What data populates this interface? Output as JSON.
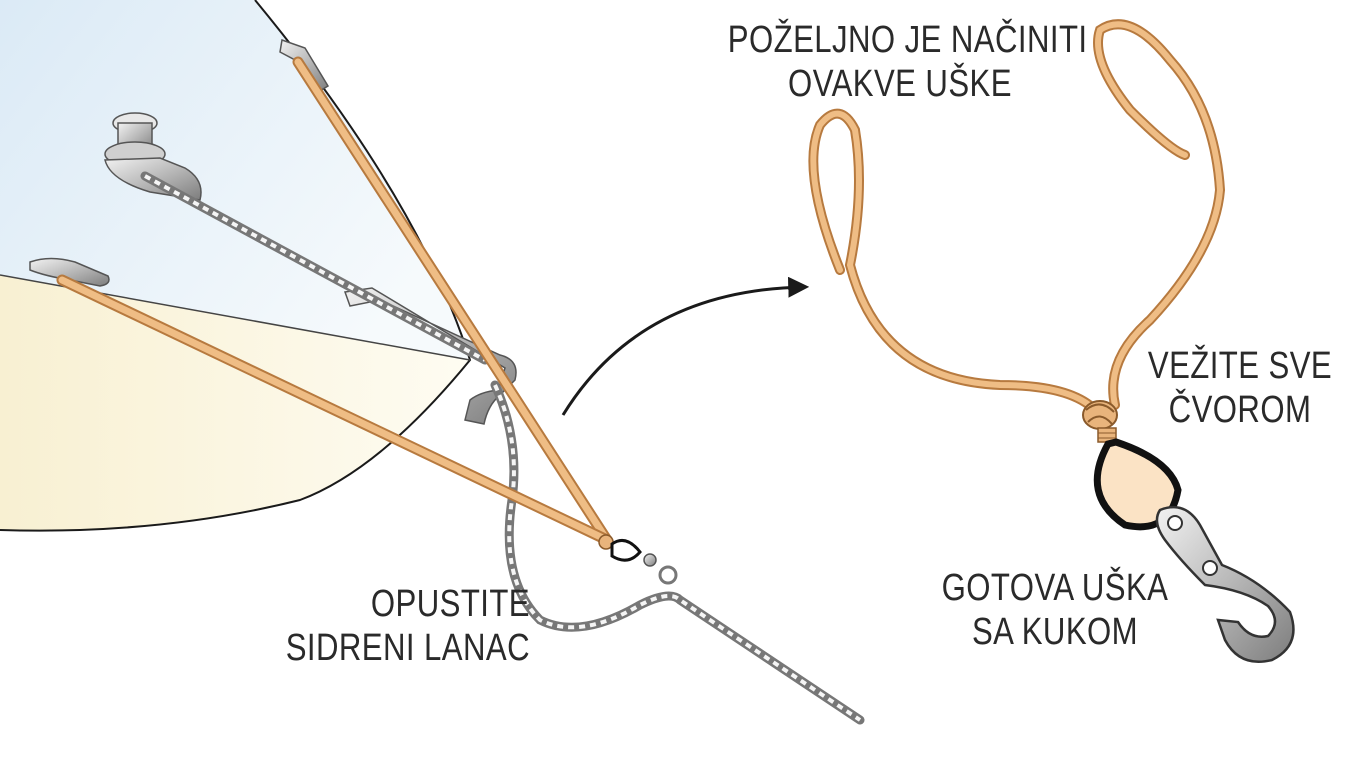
{
  "labels": {
    "eyes": {
      "line1": "POŽELJNO JE NAČINITI",
      "line2": "OVAKVE UŠKE"
    },
    "knot": {
      "line1": "VEŽITE SVE",
      "line2": "ČVOROM"
    },
    "hook": {
      "line1": "GOTOVA UŠKA",
      "line2": "SA KUKOM"
    },
    "chain": {
      "line1": "OPUSTITE",
      "line2": "SIDRENI LANAC"
    }
  },
  "colors": {
    "rope": "#e9b47c",
    "rope_outline": "#b77a3f",
    "chain": "#8e8e8e",
    "deck_blue": "#e4f1fa",
    "deck_cream": "#fbf6e2",
    "arrow": "#1a1a1a",
    "text": "#2a2a2a"
  }
}
